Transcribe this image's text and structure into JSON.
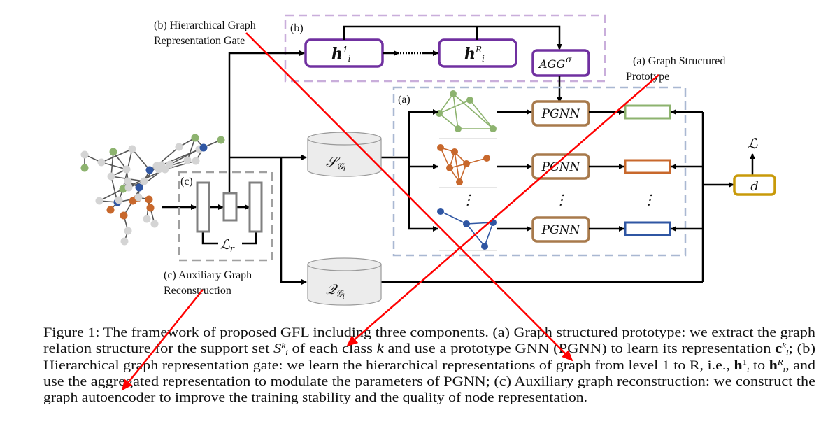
{
  "figure": {
    "label_b": "(b) Hierarchical Graph",
    "label_b2": "Representation Gate",
    "label_a": "(a) Graph Structured",
    "label_a2": "Prototype",
    "label_c": "(c) Auxiliary Graph",
    "label_c2": "Reconstruction",
    "box_b_tag": "(b)",
    "box_a_tag": "(a)",
    "box_c_tag": "(c)",
    "h1": {
      "base": "h",
      "sup": "1",
      "sub": "i"
    },
    "hR": {
      "base": "h",
      "sup": "R",
      "sub": "i"
    },
    "agg": {
      "base": "AGG",
      "sup": "σ"
    },
    "pgnn": [
      "PGNN",
      "PGNN",
      "PGNN"
    ],
    "support_set": {
      "base": "𝒮",
      "sub": "𝒢",
      "subsub": "i"
    },
    "query_set": {
      "base": "𝒬",
      "sub": "𝒢",
      "subsub": "i"
    },
    "distance": "d",
    "loss": "ℒ",
    "recon_loss": {
      "base": "ℒ",
      "sub": "r"
    },
    "ellipsis": "⋮"
  },
  "caption": {
    "lines": [
      [
        "Figure 1: The framework of proposed GFL including three components. (a) Graph structured prototype: we extract the graph"
      ],
      [
        "relation structure for the support set ",
        "S",
        "k",
        "i",
        " of each class ",
        "k",
        " and use a prototype GNN (PGNN) to learn its representation ",
        "c",
        "k",
        "i",
        "; (b)"
      ],
      [
        "Hierarchical graph representation gate: we learn the hierarchical representations of graph from level 1 to R, i.e., ",
        "h",
        "1",
        "i",
        " to ",
        "h",
        "R",
        "i",
        ", and"
      ],
      [
        "use the aggregated representation to modulate the parameters of PGNN; (c) Auxiliary graph reconstruction: we construct the"
      ],
      [
        "graph autoencoder to improve the training stability and the quality of node representation."
      ]
    ]
  },
  "colors": {
    "purple": "#7030a0",
    "purple_dash": "#c9aedb",
    "blue_dash": "#a9b8d2",
    "gray_dash": "#a0a0a0",
    "pgnn_border": "#a87a4c",
    "proto_green": "#8db36f",
    "proto_orange": "#c8682c",
    "proto_blue": "#2f56a3",
    "d_border": "#c89a0a",
    "node_gray": "#d4d4d4",
    "annotation_red": "#ff0000"
  }
}
